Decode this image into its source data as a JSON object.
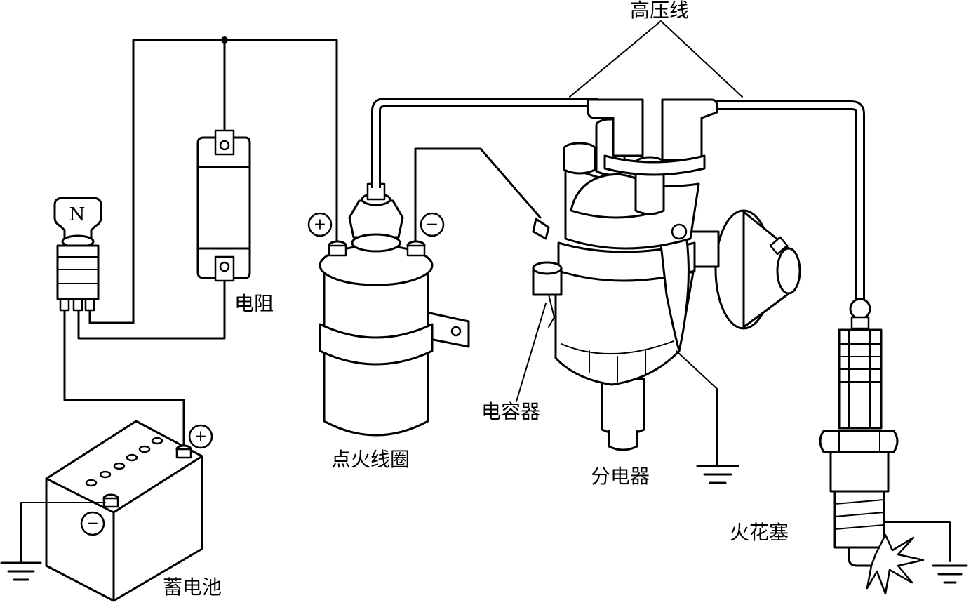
{
  "labels": {
    "high_voltage_wire": "高压线",
    "resistor": "电阻",
    "ignition_coil": "点火线圈",
    "capacitor": "电容器",
    "distributor": "分电器",
    "spark_plug": "火花塞",
    "battery": "蓄电池"
  },
  "symbols": {
    "plus": "+",
    "minus": "−",
    "switch_letter": "N"
  },
  "icons": {
    "ground": "ground-icon",
    "spark": "spark-icon"
  }
}
